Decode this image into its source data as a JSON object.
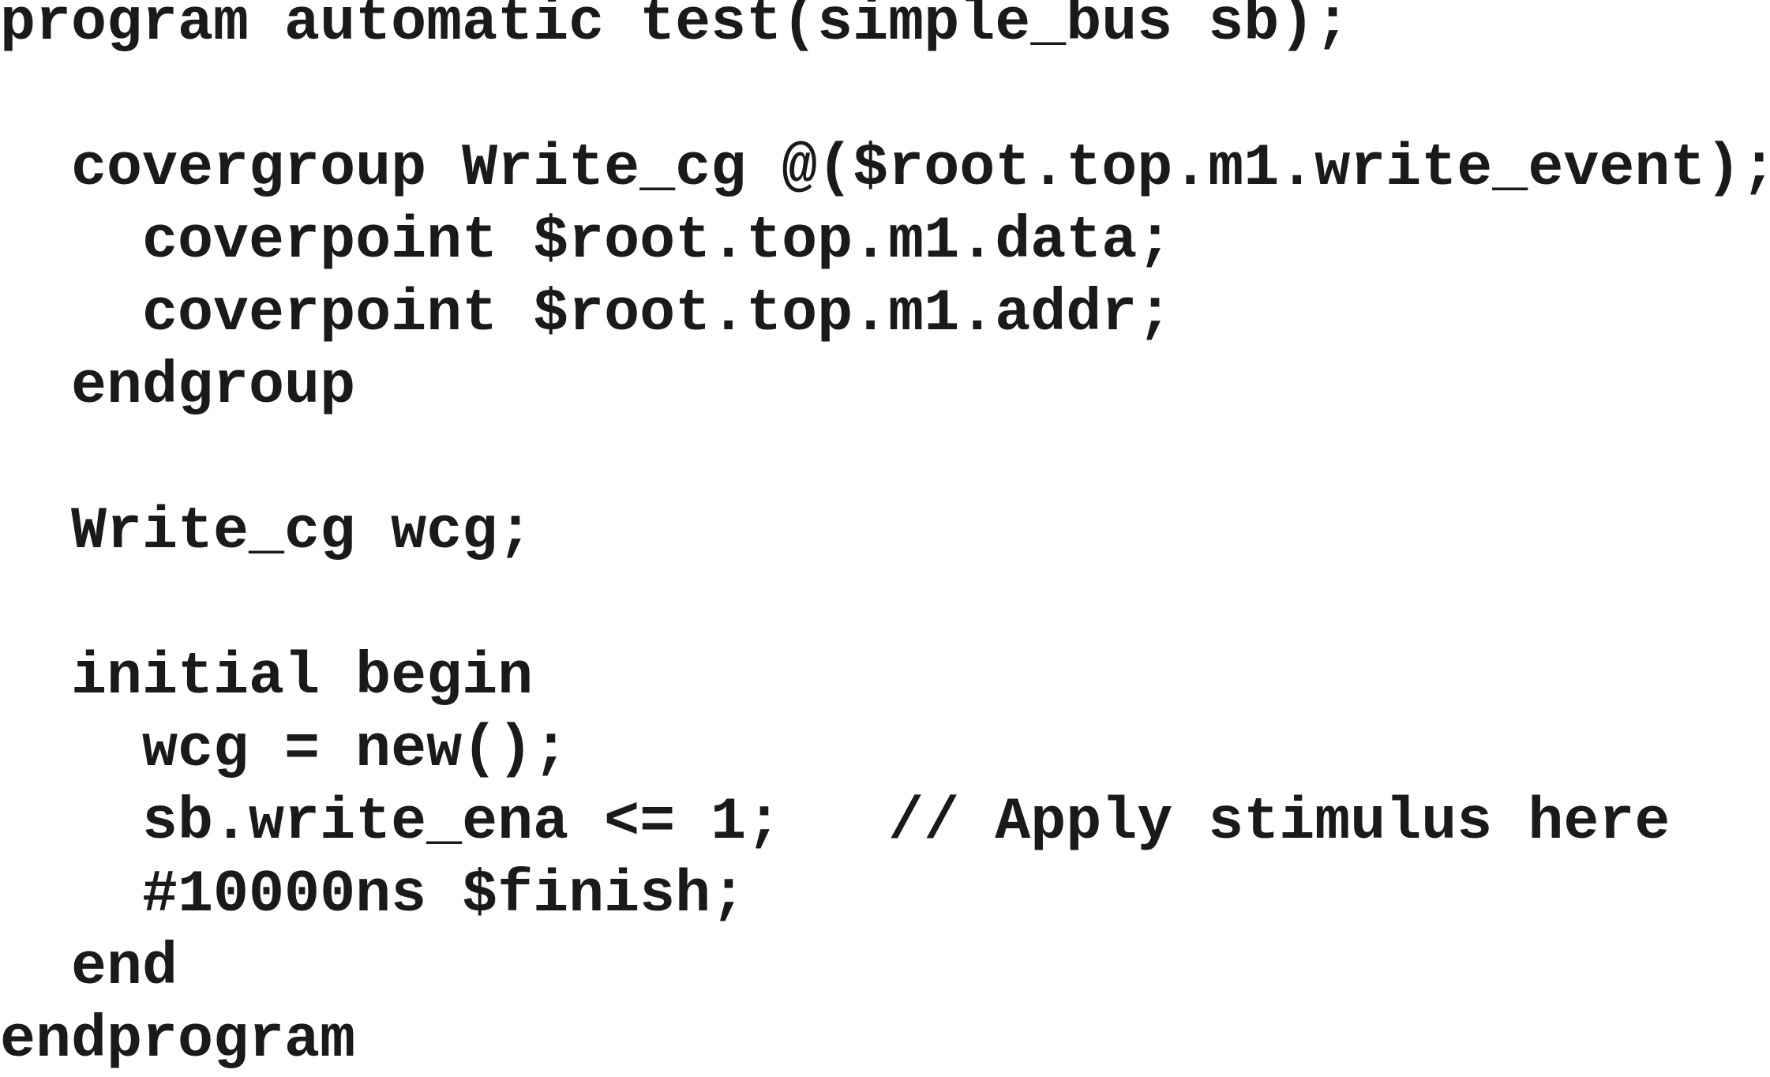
{
  "code": {
    "lines": [
      "program automatic test(simple_bus sb);",
      "",
      "  covergroup Write_cg @($root.top.m1.write_event);",
      "    coverpoint $root.top.m1.data;",
      "    coverpoint $root.top.m1.addr;",
      "  endgroup",
      "",
      "  Write_cg wcg;",
      "",
      "  initial begin",
      "    wcg = new();",
      "    sb.write_ena <= 1;   // Apply stimulus here",
      "    #10000ns $finish;",
      "  end",
      "endprogram"
    ]
  }
}
